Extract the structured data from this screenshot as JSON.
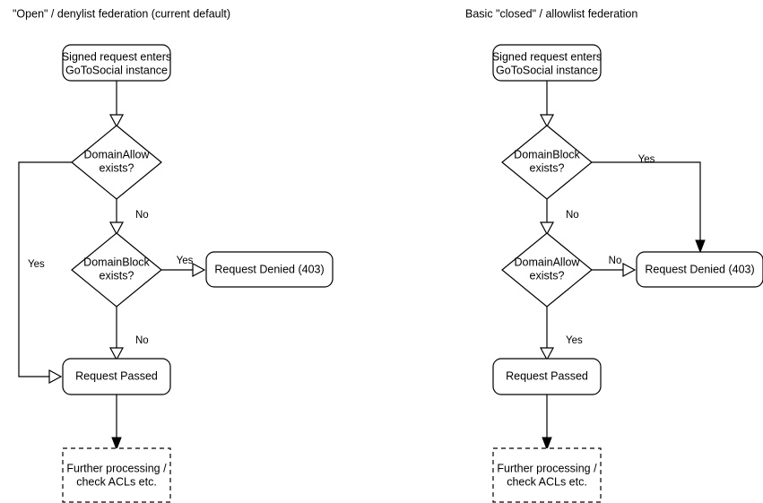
{
  "page": {
    "background_color": "#ffffff",
    "line_color": "#000000",
    "text_color": "#000000"
  },
  "panels": [
    {
      "id": "open-denylist",
      "title": "\"Open\" / denylist federation (current default)",
      "nodes": {
        "start": "Signed request enters\nGoToSocial instance",
        "start_line1": "Signed request enters",
        "start_line2": "GoToSocial instance",
        "decision1_line1": "DomainAllow",
        "decision1_line2": "exists?",
        "decision2_line1": "DomainBlock",
        "decision2_line2": "exists?",
        "denied": "Request Denied (403)",
        "passed": "Request Passed",
        "further_line1": "Further processing /",
        "further_line2": "check ACLs etc."
      },
      "edge_labels": {
        "allow_yes": "Yes",
        "allow_no": "No",
        "block_yes": "Yes",
        "block_no": "No"
      }
    },
    {
      "id": "closed-allowlist",
      "title": "Basic \"closed\" / allowlist federation",
      "nodes": {
        "start_line1": "Signed request enters",
        "start_line2": "GoToSocial instance",
        "decision1_line1": "DomainBlock",
        "decision1_line2": "exists?",
        "decision2_line1": "DomainAllow",
        "decision2_line2": "exists?",
        "denied": "Request Denied (403)",
        "passed": "Request Passed",
        "further_line1": "Further processing /",
        "further_line2": "check ACLs etc."
      },
      "edge_labels": {
        "block_yes": "Yes",
        "block_no": "No",
        "allow_no": "No",
        "allow_yes": "Yes"
      }
    }
  ]
}
